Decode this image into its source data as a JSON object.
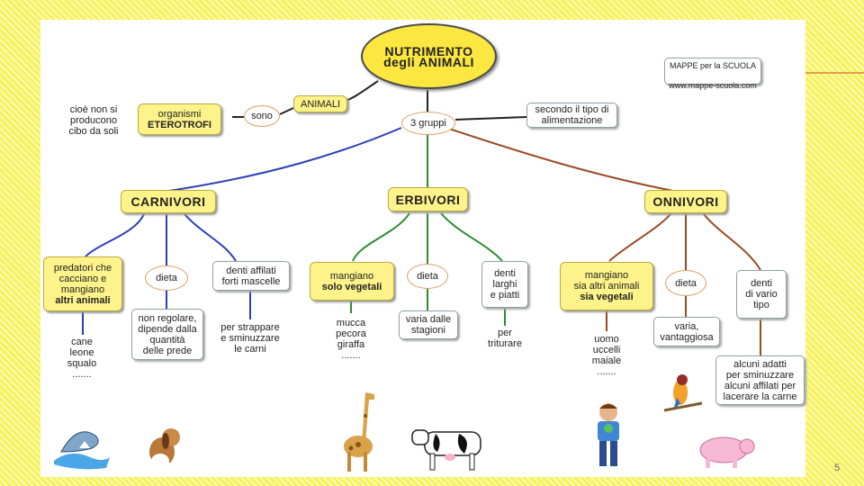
{
  "title": "NUTRIMENTO\ndegli ANIMALI",
  "credit": {
    "line1": "MAPPE per la SCUOLA",
    "line2": "www.mappe-scuola.com"
  },
  "intro": {
    "animali": "ANIMALI",
    "sono": "sono",
    "organismi": "organismi",
    "eterotrofi": "ETEROTROFI",
    "cioe": "cioè non si\nproducono\ncibo da soli",
    "gruppi": "3 gruppi",
    "secondo": "secondo il tipo di\nalimentazione"
  },
  "carnivori": {
    "label": "CARNIVORI",
    "predatori_pre": "predatori che\ncacciano e\nmangiano",
    "predatori_bold": "altri animali",
    "dieta": "dieta",
    "denti": "denti affilati\nforti mascelle",
    "examples": "cane\nleone\nsqualo\n.......",
    "dieta_desc": "non regolare,\ndipende dalla\nquantità\ndelle prede",
    "denti_desc": "per strappare\ne sminuzzare\nle carni"
  },
  "erbivori": {
    "label": "ERBIVORI",
    "mangiano_pre": "mangiano",
    "mangiano_bold": "solo vegetali",
    "dieta": "dieta",
    "denti": "denti\nlarghi\ne piatti",
    "examples": "mucca\npecora\ngiraffa\n.......",
    "dieta_desc": "varia dalle\nstagioni",
    "denti_desc": "per\ntriturare"
  },
  "onnivori": {
    "label": "ONNIVORI",
    "mangiano_pre": "mangiano\nsia altri animali",
    "mangiano_bold": "sia vegetali",
    "dieta": "dieta",
    "denti": "denti\ndi vario\ntipo",
    "examples": "uomo\nuccelli\nmaiale\n.......",
    "dieta_desc": "varia,\nvantaggiosa",
    "denti_desc": "alcuni adatti\nper sminuzzare\nalcuni affilati per\nlacerare la carne"
  },
  "page_number": "5",
  "colors": {
    "carnivori_line": "#2a3fb8",
    "erbivori_line": "#2e8b2e",
    "onnivori_line": "#9a4a22",
    "top_line": "#222222"
  }
}
